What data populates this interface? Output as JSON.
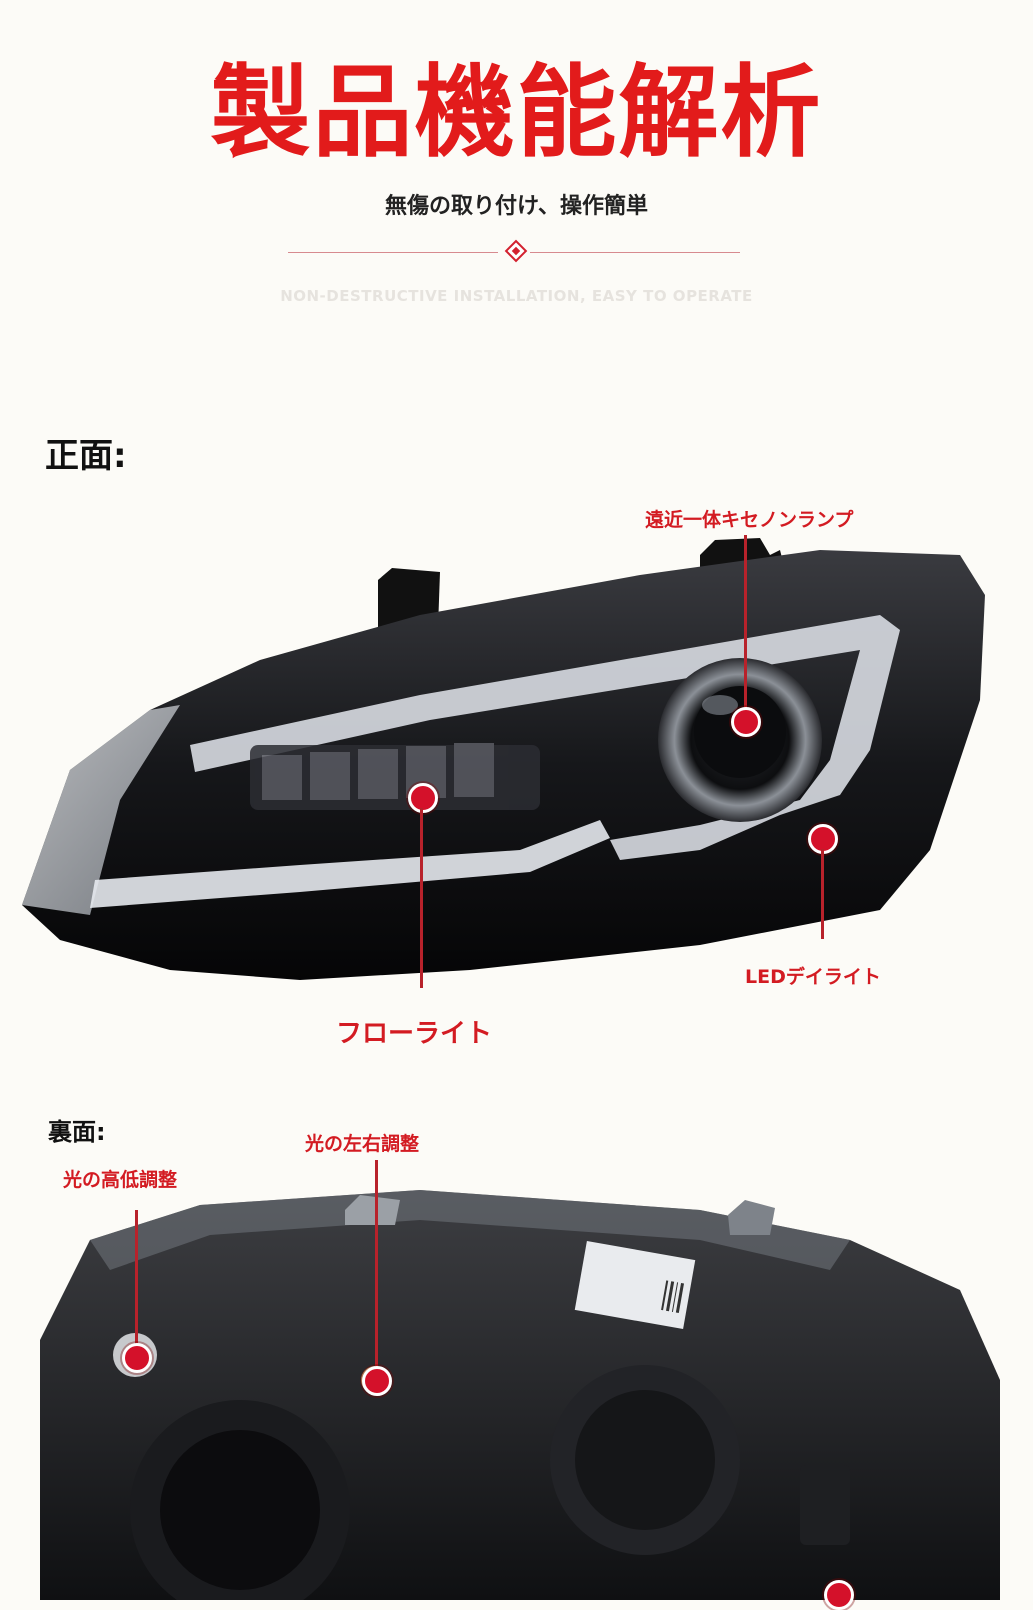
{
  "header": {
    "title": "製品機能解析",
    "subtitle": "無傷の取り付け、操作簡単",
    "subtitle_en": "NON-DESTRUCTIVE INSTALLATION, EASY TO OPERATE"
  },
  "front": {
    "label": "正面:",
    "callouts": {
      "xenon": "遠近一体キセノンランプ",
      "drl": "LEDデイライト",
      "flow": "フローライト"
    }
  },
  "back": {
    "label": "裏面:",
    "callouts": {
      "horizontal": "光の左右調整",
      "vertical": "光の高低調整"
    }
  },
  "colors": {
    "accent": "#e21b1b",
    "callout": "#d31b22",
    "background": "#fcfbf7"
  }
}
